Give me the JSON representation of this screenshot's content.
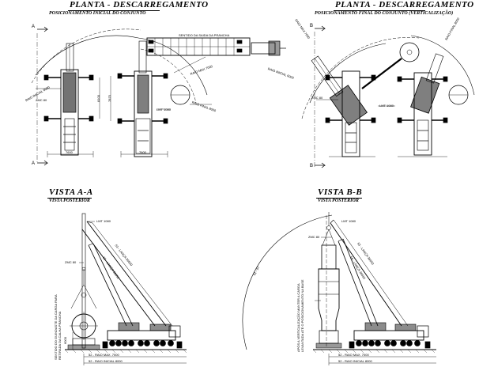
{
  "plan_initial": {
    "title": "PLANTA - DESCARREGAMENTO",
    "subtitle": "POSICIONAMENTO INICIAL DO CONJUNTO",
    "direction_note": "SENTIDO DA SAIDA DA PRANCHA",
    "radius_note": "RAIO INICIAL 6000",
    "radius_max_note": "RAIO MAX 7000",
    "radius_final_note": "RAIO FINAL 8000",
    "zmc_note": "ZMC 80",
    "lmt_note": "LMT 1080",
    "dim_width": "7600",
    "dim_side": "8100",
    "dim_side2": "7875",
    "dim_bottom": "7600",
    "section_letter": "A"
  },
  "plan_final": {
    "title": "PLANTA - DESCARREGAMENTO",
    "subtitle": "POSICIONAMENTO FINAL DO CONJUNTO (VERTICALIZAÇÃO)",
    "radius_note": "RAIO INICIAL 6000",
    "radius_max_note": "RAIO MAX 7000",
    "radius_final_note": "RAIO FINAL 8000",
    "zmc_note": "ZMC 80",
    "lmt_note": "LMT 1080",
    "section_letter": "B"
  },
  "view_a": {
    "title": "VISTA A-A",
    "subtitle": "VISTA POSTERIOR",
    "lmt_note": "LMT 1080",
    "zmc_note": "ZMC 80",
    "boom_note1": "53 - LANÇA 36650",
    "boom_note2": "59 - LANÇA 36650",
    "side_note": "SENTIDO DO GUINDASTE DA CARGA PARA RETIRADA DA CALHA PRANCHA",
    "dim_height": "6000",
    "bottom_note1": "52 - RAIO MAX. 7000",
    "bottom_note2": "52 - RAIO INICIAL 8000"
  },
  "view_b": {
    "title": "VISTA B-B",
    "subtitle": "VISTA POSTERIOR",
    "lmt_note": "LMT 1080",
    "zmc_note": "ZMC 80",
    "boom_note1": "53 - LANÇA 36650",
    "boom_note2": "59 - LANÇA 36650",
    "side_note": "APÓS A VERTICALIZAÇÃO MANTER A CARGA LEVANTADA ATÉ O POSICIONAMENTO NA BASE",
    "arc_note": "52 - 97",
    "bottom_note1": "52 - RAIO MAX. 7000",
    "bottom_note2": "52 - RAIO INICIAL 8000"
  }
}
